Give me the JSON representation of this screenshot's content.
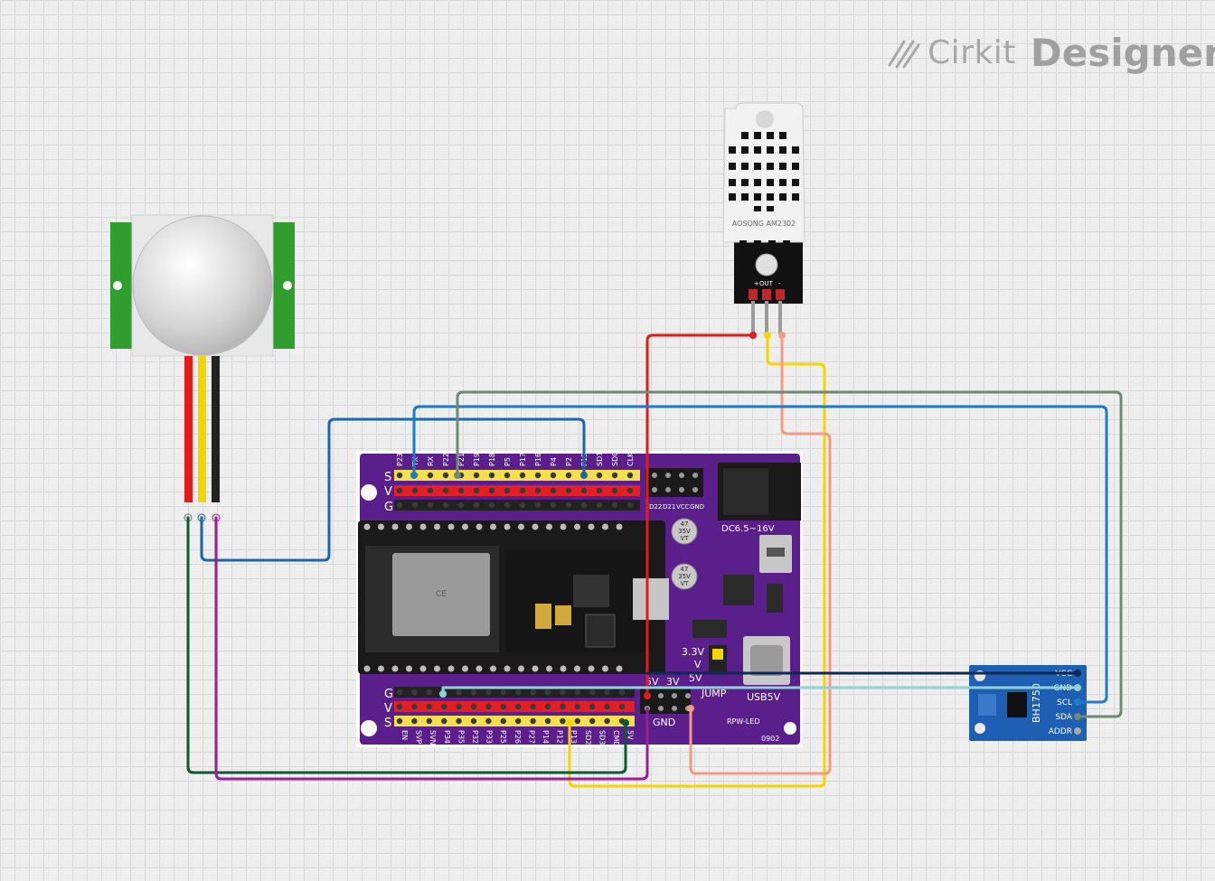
{
  "brand": {
    "name_a": "Cirkit",
    "name_b": "Designer"
  },
  "components": {
    "dht": {
      "label": "AOSONG AM2302",
      "pin_plus": "+",
      "pin_out": "OUT",
      "pin_minus": "-"
    },
    "board": {
      "top_row_labels": [
        "S",
        "V",
        "G"
      ],
      "bottom_row_labels": [
        "G",
        "V",
        "S"
      ],
      "power_jack": "DC6.5~16V",
      "cap1": [
        "47",
        "35V",
        "VT"
      ],
      "cap2": [
        "47",
        "35V",
        "VT"
      ],
      "sel_33": "3.3V",
      "sel_v": "V",
      "sel_5v": "5V",
      "jump": "JUMP",
      "usb5v": "USB5V",
      "hdr_5v": "5V",
      "hdr_3v": "3V",
      "gnd": "GND",
      "rpw": "RPW-LED",
      "code": "0902",
      "top_pin_labels": [
        "P23",
        "TX",
        "RX",
        "P22",
        "P21",
        "P19",
        "P18",
        "P5",
        "P17",
        "P16",
        "P4",
        "P2",
        "P15",
        "SD1",
        "SD0",
        "CLK"
      ],
      "bottom_pin_labels": [
        "EN",
        "SVP",
        "SVN",
        "P34",
        "P35",
        "P32",
        "P33",
        "P25",
        "P26",
        "P27",
        "P14",
        "P12",
        "P13",
        "SD2",
        "SD3",
        "CMD",
        "5V"
      ],
      "i2c_header_top": [
        "D22",
        "D21",
        "VCC",
        "GND"
      ]
    },
    "bh1750": {
      "label": "BH1750",
      "pins": [
        "VCC",
        "GND",
        "SCL",
        "SDA",
        "ADDR"
      ]
    }
  },
  "colors": {
    "board": "#5b1f8c",
    "red": "#e21b1b",
    "yellow": "#f5d400",
    "salmon": "#f39a86",
    "blue": "#1a66a8",
    "teal": "#1f7bc6",
    "gray_green": "#6e8a76",
    "navy": "#0e2a54",
    "light_cyan": "#8fd3d6",
    "dark_green": "#0c5a35",
    "magenta": "#9a1f93",
    "pir_green": "#2f9e2f"
  }
}
